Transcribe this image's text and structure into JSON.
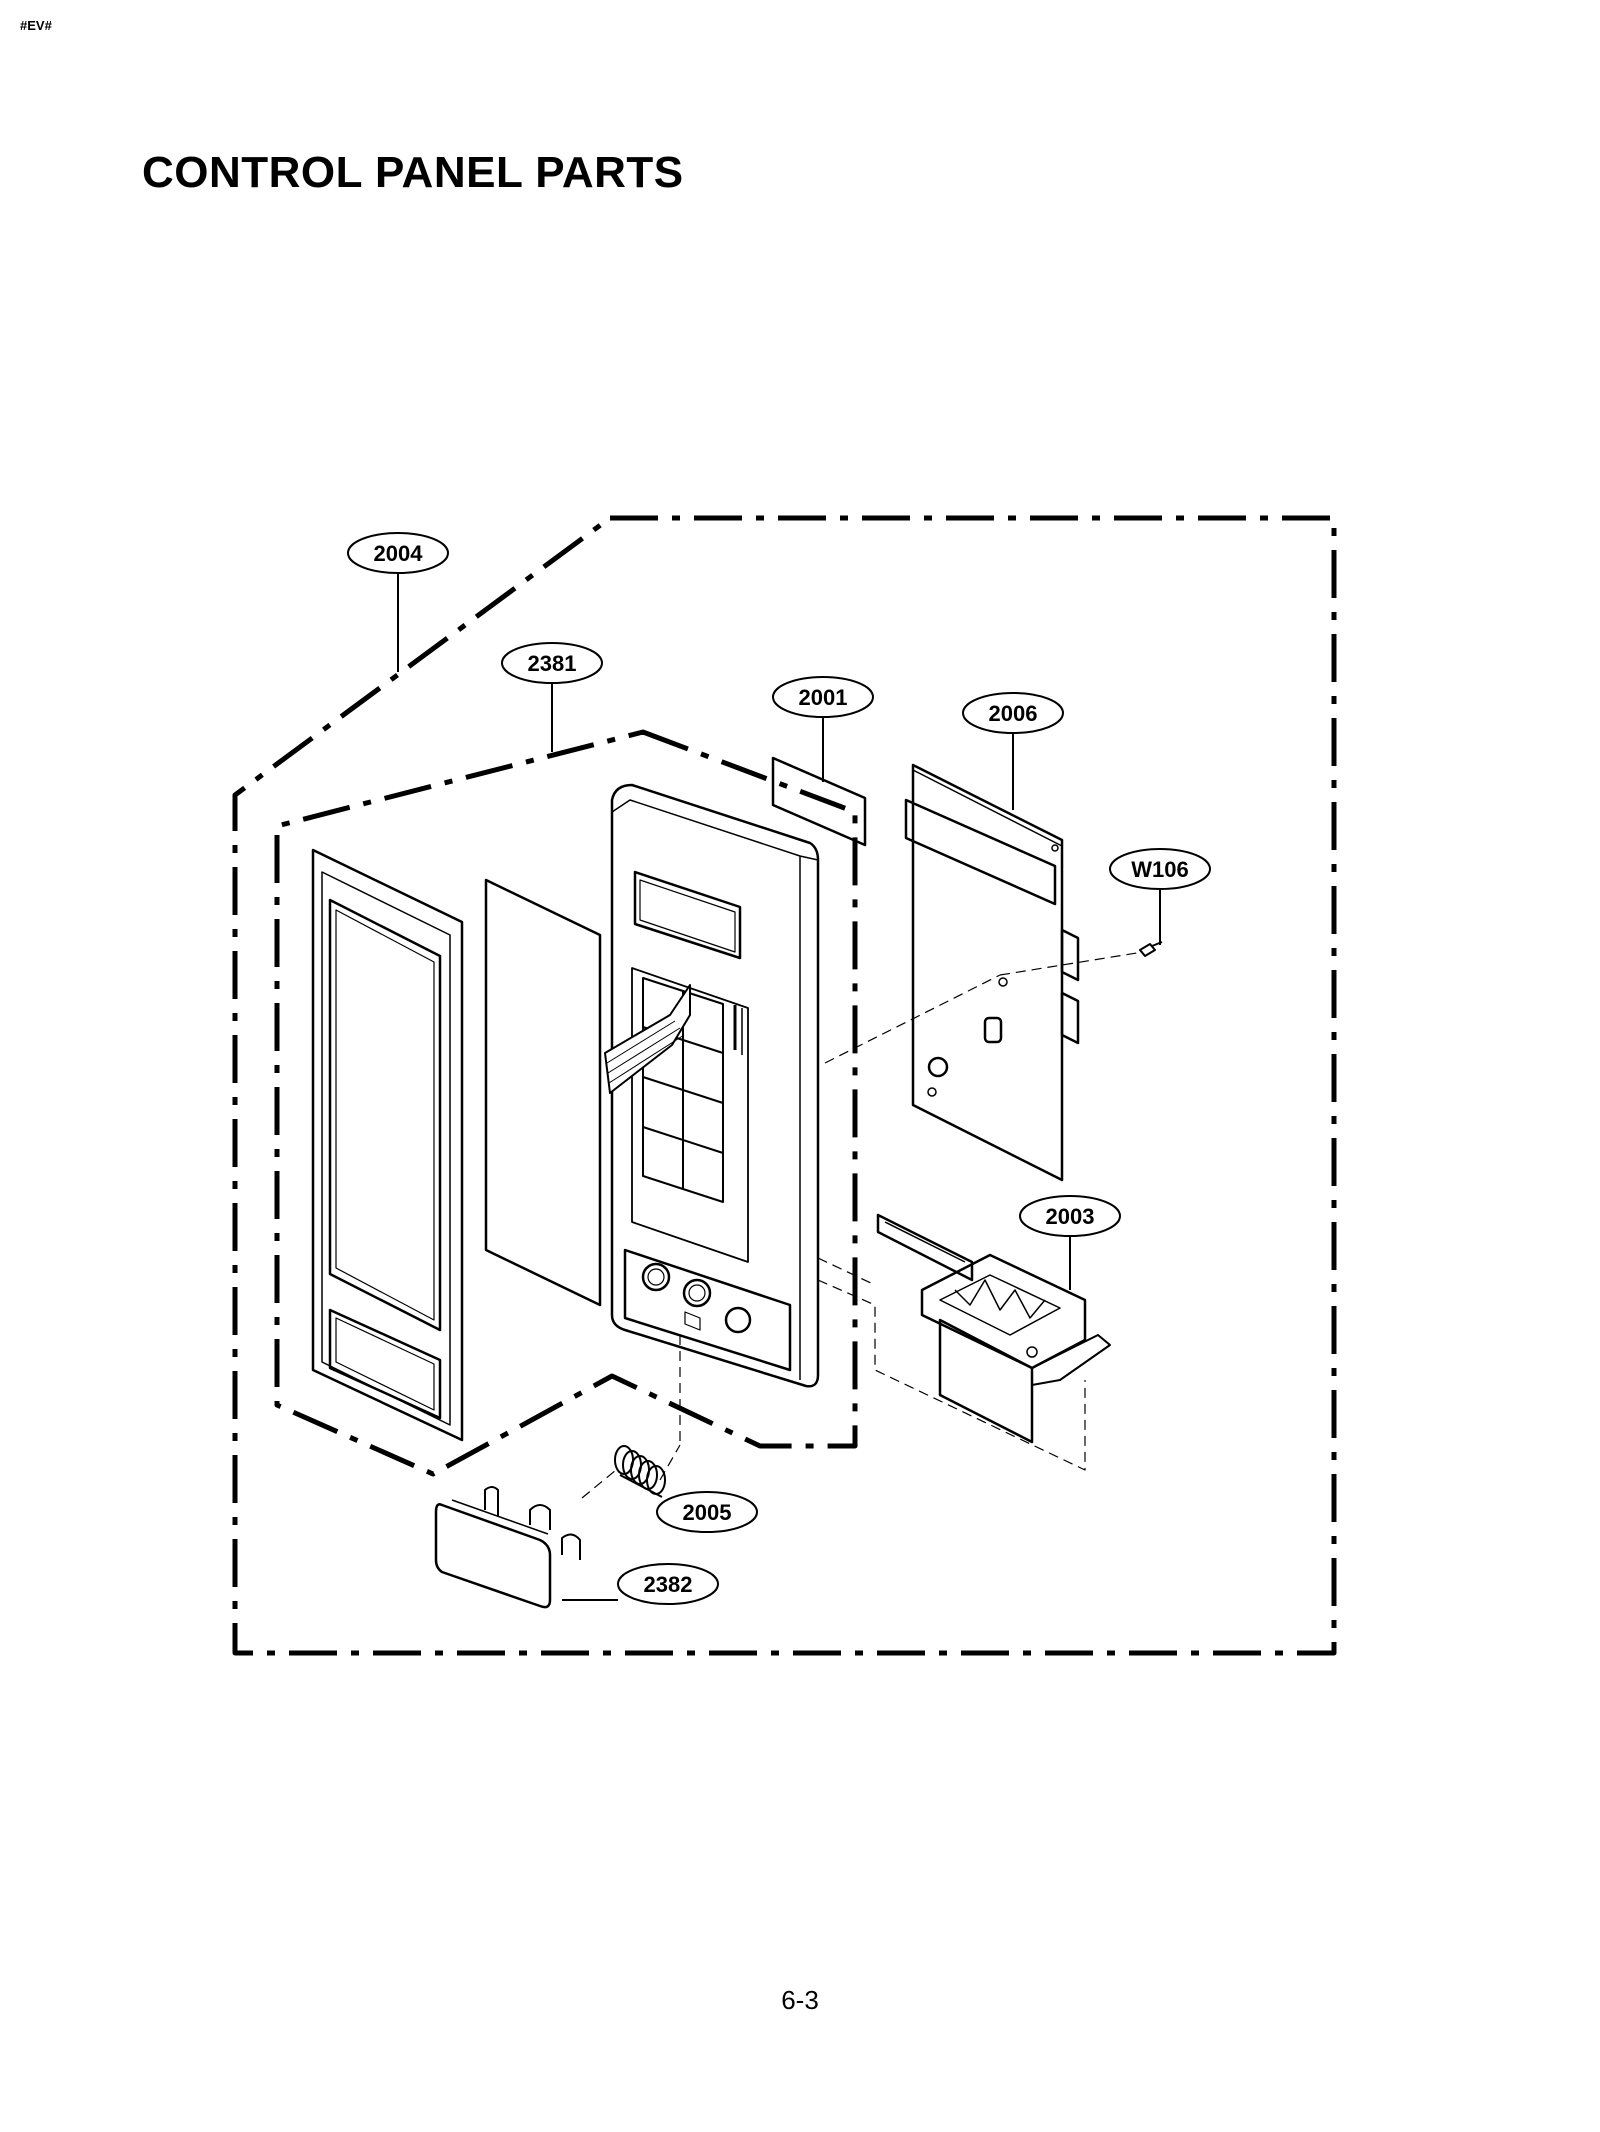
{
  "header": {
    "doc_tag": "#EV#",
    "title": "CONTROL PANEL PARTS"
  },
  "diagram": {
    "callouts": [
      {
        "id": "2004",
        "label": "2004"
      },
      {
        "id": "2381",
        "label": "2381"
      },
      {
        "id": "2001",
        "label": "2001"
      },
      {
        "id": "2006",
        "label": "2006"
      },
      {
        "id": "w106",
        "label": "W106"
      },
      {
        "id": "2003",
        "label": "2003"
      },
      {
        "id": "2005",
        "label": "2005"
      },
      {
        "id": "2382",
        "label": "2382"
      }
    ]
  },
  "footer": {
    "page_number": "6-3"
  }
}
